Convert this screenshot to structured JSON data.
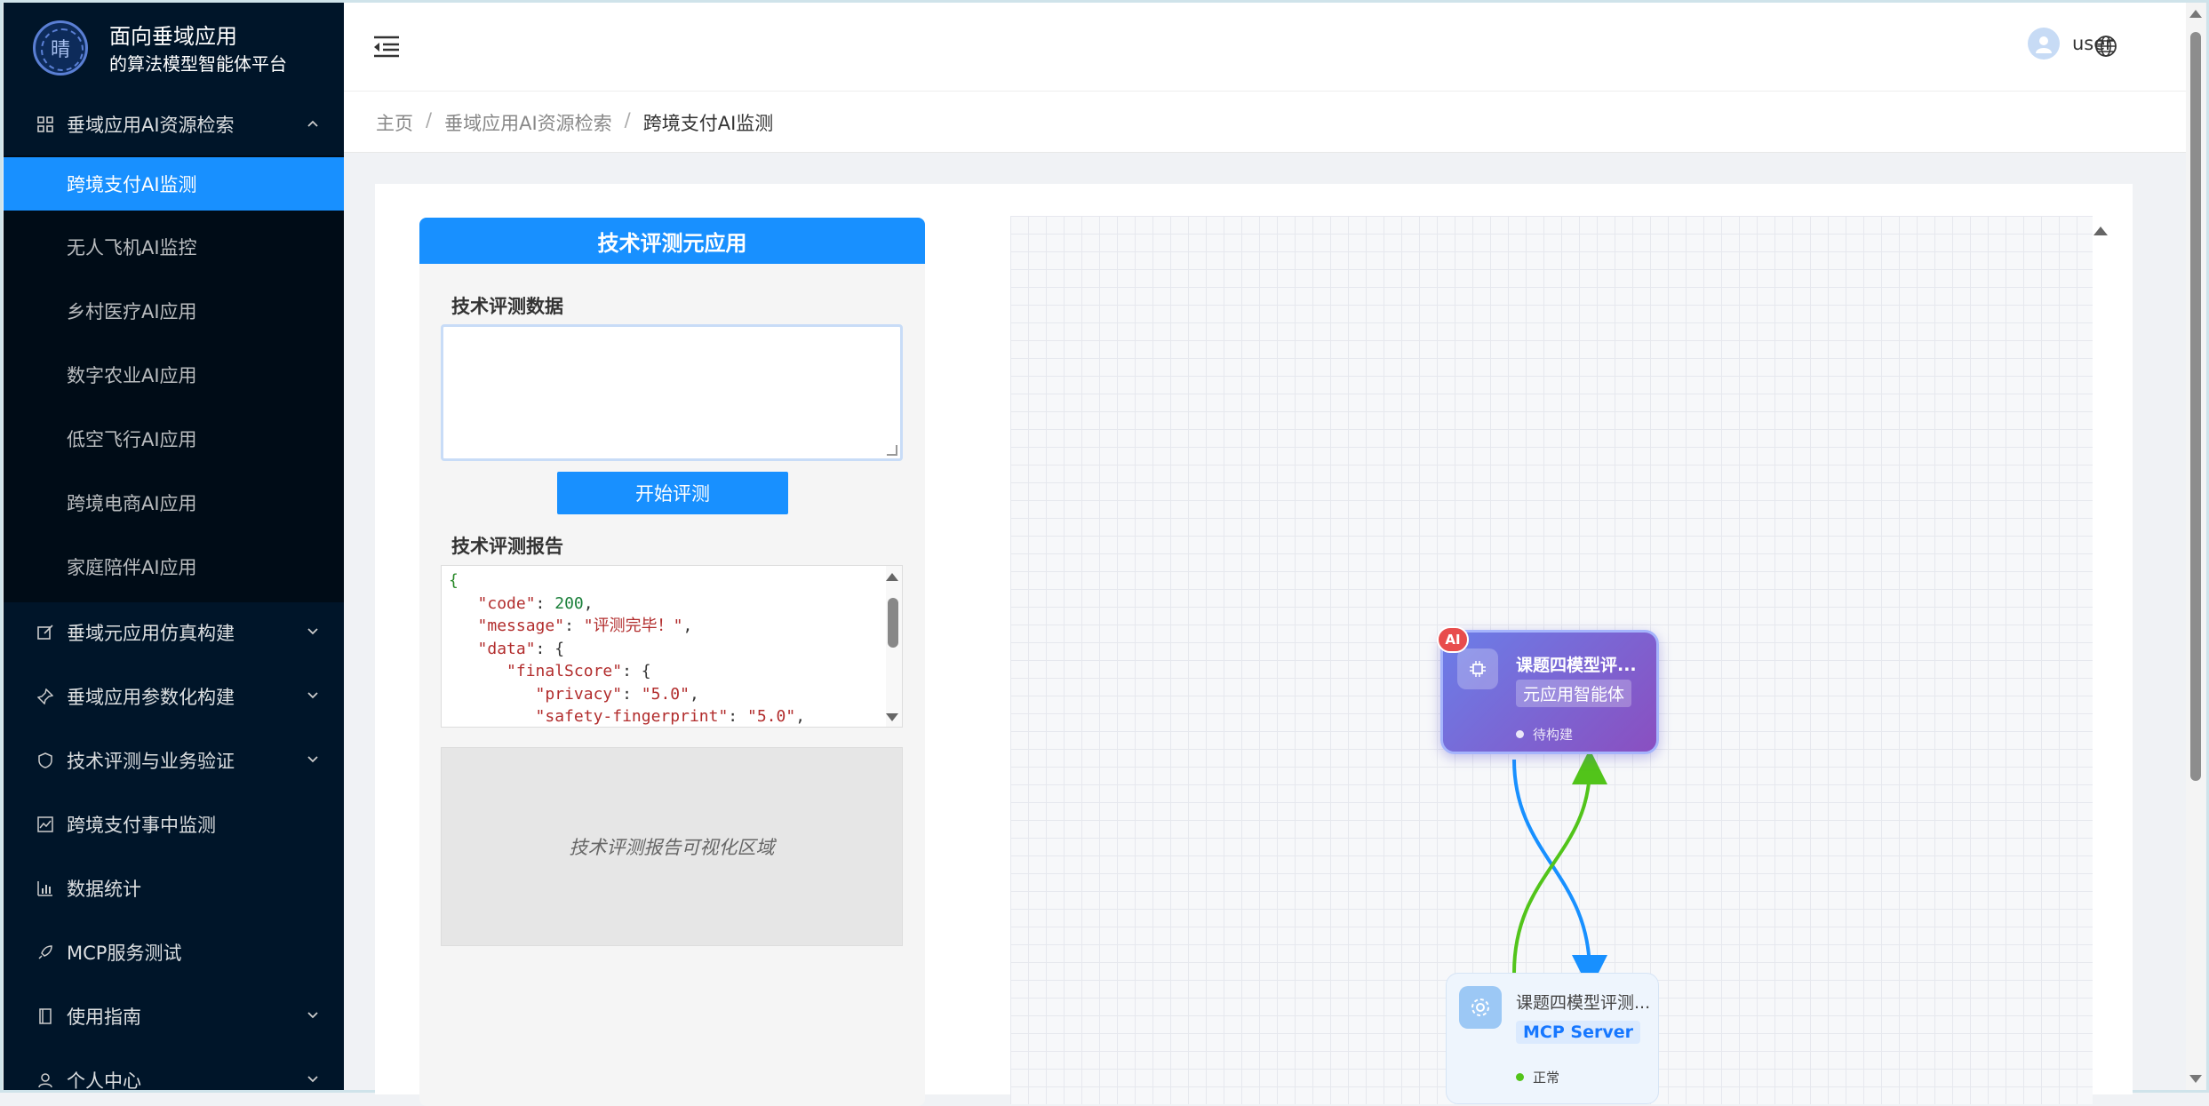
{
  "app": {
    "title_line1": "面向垂域应用",
    "title_line2": "的算法模型智能体平台",
    "logo_icon": "university-seal-logo"
  },
  "sidebar": {
    "groups": [
      {
        "label": "垂域应用AI资源检索",
        "icon": "grid-icon",
        "expanded": true
      },
      {
        "label": "垂域元应用仿真构建",
        "icon": "edit-icon",
        "expanded": false
      },
      {
        "label": "垂域应用参数化构建",
        "icon": "pin-icon",
        "expanded": false
      },
      {
        "label": "技术评测与业务验证",
        "icon": "shield-icon",
        "expanded": false
      },
      {
        "label": "跨境支付事中监测",
        "icon": "line-chart-icon"
      },
      {
        "label": "数据统计",
        "icon": "bar-chart-icon"
      },
      {
        "label": "MCP服务测试",
        "icon": "rocket-icon"
      },
      {
        "label": "使用指南",
        "icon": "book-icon",
        "expanded": false
      },
      {
        "label": "个人中心",
        "icon": "user-icon",
        "expanded": false
      }
    ],
    "sub_items": [
      {
        "label": "跨境支付AI监测",
        "active": true
      },
      {
        "label": "无人飞机AI监控"
      },
      {
        "label": "乡村医疗AI应用"
      },
      {
        "label": "数字农业AI应用"
      },
      {
        "label": "低空飞行AI应用"
      },
      {
        "label": "跨境电商AI应用"
      },
      {
        "label": "家庭陪伴AI应用"
      }
    ]
  },
  "header": {
    "user_name": "user",
    "fold_icon": "menu-fold-icon",
    "language_icon": "globe-icon"
  },
  "breadcrumb": [
    "主页",
    "垂域应用AI资源检索",
    "跨境支付AI监测"
  ],
  "panel": {
    "title": "技术评测元应用",
    "input_label": "技术评测数据",
    "input_value": "",
    "start_button": "开始评测",
    "report_label": "技术评测报告",
    "report_json": {
      "code": 200,
      "message": "评测完毕！",
      "finalScore": {
        "privacy": "5.0",
        "safety-fingerprint": "5.0"
      }
    },
    "viz_placeholder": "技术评测报告可视化区域"
  },
  "canvas": {
    "nodes": [
      {
        "id": "agent",
        "badge": "AI",
        "title": "课题四模型评...",
        "tag": "元应用智能体",
        "status": "待构建",
        "icon": "chip-icon"
      },
      {
        "id": "mcp",
        "title": "课题四模型评测...",
        "tag": "MCP Server",
        "status": "正常",
        "icon": "gear-icon"
      }
    ],
    "edge_colors": {
      "down": "#1890ff",
      "up": "#52c41a"
    }
  },
  "colors": {
    "sidebar_bg": "#001529",
    "submenu_bg": "#000c17",
    "accent": "#1890ff",
    "ai_node_from": "#6b7ee8",
    "ai_node_to": "#8a4fc0",
    "status_ok": "#52c41a"
  }
}
